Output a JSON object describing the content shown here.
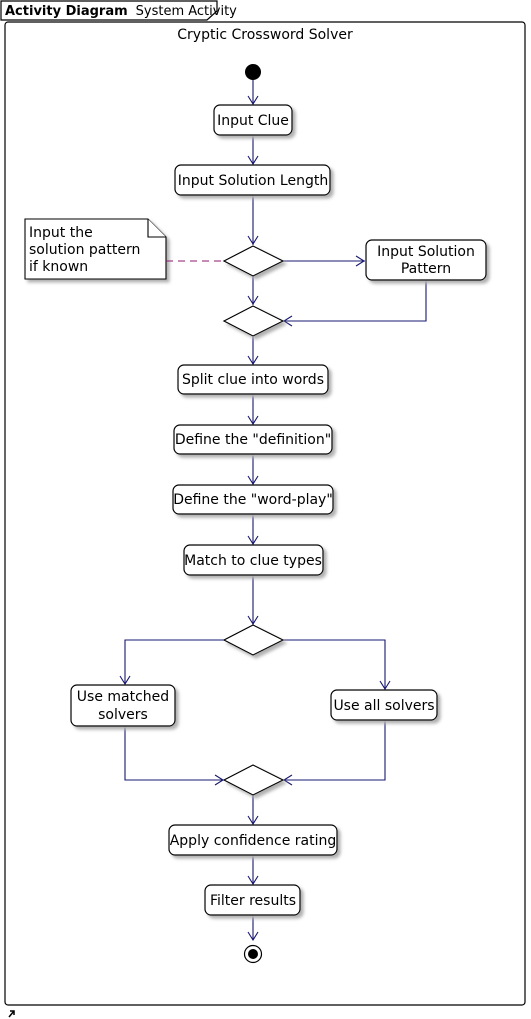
{
  "frame": {
    "kind": "Activity Diagram",
    "name": "System Activity"
  },
  "diagram_title": "Cryptic Crossword Solver",
  "activities": {
    "input_clue": "Input Clue",
    "input_solution_length": "Input Solution Length",
    "input_solution_pattern": [
      "Input Solution",
      "Pattern"
    ],
    "split_clue": "Split clue into words",
    "define_definition": "Define the \"definition\"",
    "define_wordplay": "Define the \"word-play\"",
    "match_clue_types": "Match to clue types",
    "use_matched_solvers": [
      "Use matched",
      "solvers"
    ],
    "use_all_solvers": "Use all solvers",
    "apply_confidence": "Apply confidence rating",
    "filter_results": "Filter results"
  },
  "note": [
    "Input the",
    "solution pattern",
    "if known"
  ],
  "colors": {
    "flow": "#181870",
    "note_link": "#8b1a6b",
    "shadow": "#cfcfcf"
  }
}
